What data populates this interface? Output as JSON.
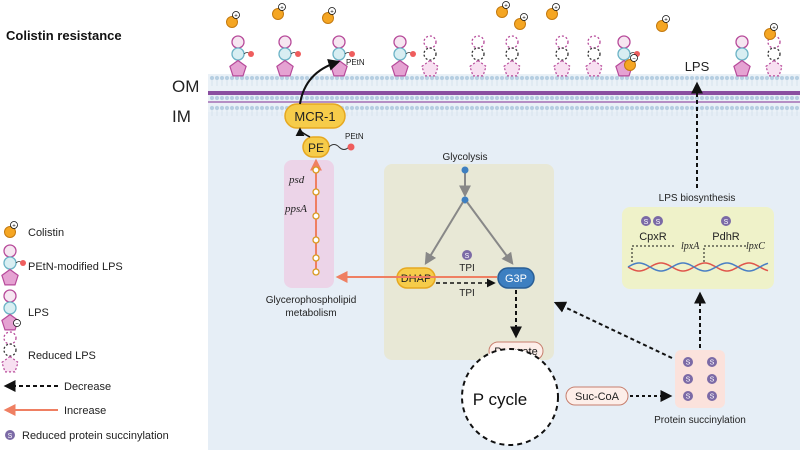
{
  "title": "Colistin resistance",
  "membranes": {
    "outer": "OM",
    "inner": "IM"
  },
  "enzyme": "MCR-1",
  "lipids": {
    "pe": "PE",
    "petn": "PEtN",
    "petn_small": "PEtN"
  },
  "lps": {
    "label": "LPS",
    "biosynthesis": "LPS biosynthesis"
  },
  "genes": {
    "psd": "psd",
    "ppsA": "ppsA",
    "lpxA": "lpxA",
    "lpxC": "lpxC"
  },
  "regulators": {
    "cpxr": "CpxR",
    "pdhr": "PdhR"
  },
  "pathways": {
    "glycero": [
      "Glycerophospholipid",
      "metabolism"
    ],
    "glycolysis": "Glycolysis",
    "protein_succ": "Protein succinylation",
    "pcycle": "P cycle"
  },
  "metabolites": {
    "dhap": "DHAP",
    "g3p": "G3P",
    "pyruvate": "Pyruvate",
    "succoa": "Suc-CoA"
  },
  "tpi": {
    "top": "TPI",
    "bottom": "TPI"
  },
  "s_badge": "S",
  "charges": {
    "plus": "+",
    "minus": "−"
  },
  "legend": {
    "colistin": "Colistin",
    "petn_lps": "PEtN-modified LPS",
    "lps": "LPS",
    "reduced_lps": "Reduced LPS",
    "decrease": "Decrease",
    "increase": "Increase",
    "reduced_succ": "Reduced protein succinylation"
  },
  "colors": {
    "cell": "#e6eef6",
    "membrane_lipid": "#b7cfe2",
    "membrane_band": "#8a4fa0",
    "glycolysis_box": "#e8e8d6",
    "lps_box": "#eff2c9",
    "glycero_box": "#ecd4e8",
    "succ_box": "#fbe2dc",
    "orange": "#f5a623",
    "yellow": "#f6cc4a",
    "blue": "#3d7fc1",
    "arrow_orange": "#ef7f62",
    "s_purple": "#7b6aa6",
    "pentagon": "#e5a2d2",
    "ring": "#b74a9a",
    "hexagon": "#6cb3c6"
  }
}
